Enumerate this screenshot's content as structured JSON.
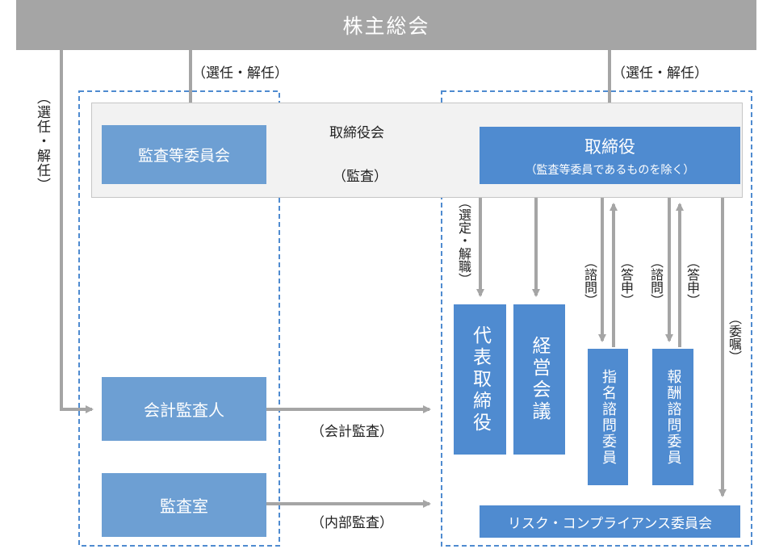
{
  "top": {
    "title": "株主総会"
  },
  "board": {
    "label": "取締役会"
  },
  "audit_committee": {
    "label": "監査等委員会"
  },
  "directors": {
    "label": "取締役",
    "sub": "（監査等委員であるものを除く）"
  },
  "representative_director": {
    "label": "代表取締役"
  },
  "management_meeting": {
    "label": "経営会議"
  },
  "nomination_committee": {
    "label": "指名諮問委員"
  },
  "compensation_committee": {
    "label": "報酬諮問委員"
  },
  "accounting_auditor": {
    "label": "会計監査人"
  },
  "audit_office": {
    "label": "監査室"
  },
  "risk_committee": {
    "label": "リスク・コンプライアンス委員会"
  },
  "edges": {
    "elect_left": "（選任・解任）",
    "elect_right": "（選任・解任）",
    "elect_vertical": "（選任・解任）",
    "audit": "（監査）",
    "appoint": "（選定・解職）",
    "consult1": "（諮問）",
    "answer1": "（答申）",
    "consult2": "（諮問）",
    "answer2": "（答申）",
    "entrust": "（委嘱）",
    "accounting_audit": "（会計監査）",
    "internal_audit": "（内部監査）"
  },
  "colors": {
    "top_bar": "#a5a5a5",
    "board_bg": "#f2f2f2",
    "dashed": "#4f8bd0",
    "arrow": "#a5a5a5",
    "box": "#5b93d2"
  }
}
